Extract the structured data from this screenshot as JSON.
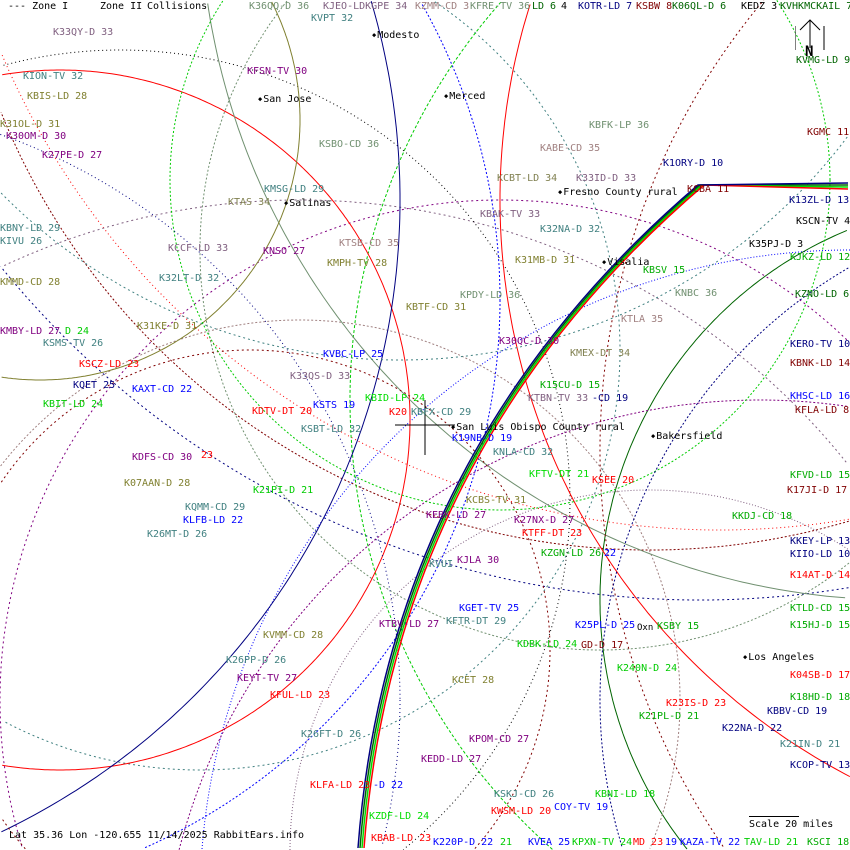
{
  "legend": {
    "zone1": "--- Zone I",
    "zone2": "Zone II",
    "collisions": "Collisions"
  },
  "footer": {
    "status": "Lat 35.36 Lon -120.655 11/14/2025 RabbitEars.info",
    "scale": "Scale 20 miles"
  },
  "compass": {
    "label": "N"
  },
  "cities": [
    "Modesto",
    "San Jose",
    "Merced",
    "Fresno County rural",
    "Salinas",
    "Visalia",
    "San Luis Obispo County rural",
    "Bakersfield",
    "Los Angeles",
    "Oxn"
  ],
  "labels": [
    {
      "text": "K36QQ-D 36",
      "color": "#709070"
    },
    {
      "text": "KJEO-LDKGPE 34",
      "color": "#806080"
    },
    {
      "text": "KZMM-CD 3",
      "color": "#a08080"
    },
    {
      "text": "KFRE-TV 36",
      "color": "#709070"
    },
    {
      "text": "LD 6",
      "color": "#006400"
    },
    {
      "text": "4",
      "color": "#000000"
    },
    {
      "text": "KOTR-LD 7",
      "color": "#000080"
    },
    {
      "text": "KSBW 8",
      "color": "#800000"
    },
    {
      "text": "K06QL-D 6",
      "color": "#006400"
    },
    {
      "text": "KEDZ 3",
      "color": "#000000"
    },
    {
      "text": "KVHKMCKAIL 7",
      "color": "#006400"
    },
    {
      "text": "KVPT 32",
      "color": "#408080"
    },
    {
      "text": "K33QY-D 33",
      "color": "#806080"
    },
    {
      "text": "KION-TV 32",
      "color": "#408080"
    },
    {
      "text": "KFSN-TV 30",
      "color": "#800080"
    },
    {
      "text": "KVMG-LD 9",
      "color": "#006400"
    },
    {
      "text": "KBIS-LD 28",
      "color": "#808030"
    },
    {
      "text": "K31OL-D 31",
      "color": "#808030"
    },
    {
      "text": "K30OM-D 30",
      "color": "#800080"
    },
    {
      "text": "KBFK-LP 36",
      "color": "#709070"
    },
    {
      "text": "KGMC 11",
      "color": "#800000"
    },
    {
      "text": "KSBO-CD 36",
      "color": "#709070"
    },
    {
      "text": "KABE-CD 35",
      "color": "#a08080"
    },
    {
      "text": "K27PE-D 27",
      "color": "#800080"
    },
    {
      "text": "K1ORY-D 10",
      "color": "#000080"
    },
    {
      "text": "KCBT-LD 34",
      "color": "#808050"
    },
    {
      "text": "K33ID-D 33",
      "color": "#806080"
    },
    {
      "text": "KCBA 11",
      "color": "#800000"
    },
    {
      "text": "KMSG-LD 29",
      "color": "#408080"
    },
    {
      "text": "KTAS 34",
      "color": "#808050"
    },
    {
      "text": "K13ZL-D 13",
      "color": "#000080"
    },
    {
      "text": "KBNY-LD 29",
      "color": "#408080"
    },
    {
      "text": "KIVU 26",
      "color": "#408080"
    },
    {
      "text": "KBAK-TV 33",
      "color": "#806080"
    },
    {
      "text": "KSCN-TV 4",
      "color": "#000000"
    },
    {
      "text": "K32NA-D 32",
      "color": "#408080"
    },
    {
      "text": "KCCF-LD 33",
      "color": "#806080"
    },
    {
      "text": "KTSB-CD 35",
      "color": "#a08080"
    },
    {
      "text": "K35PJ-D 3",
      "color": "#000000"
    },
    {
      "text": "KNSO 27",
      "color": "#800080"
    },
    {
      "text": "KJKZ-LD 12",
      "color": "#00aa00"
    },
    {
      "text": "K31MB-D 31",
      "color": "#808030"
    },
    {
      "text": "KMPH-TV 28",
      "color": "#808030"
    },
    {
      "text": "KBSV 15",
      "color": "#00aa00"
    },
    {
      "text": "K32LT-D 32",
      "color": "#408080"
    },
    {
      "text": "KMMD-CD 28",
      "color": "#808030"
    },
    {
      "text": "KPDY-LD 36",
      "color": "#709070"
    },
    {
      "text": "KNBC 36",
      "color": "#709070"
    },
    {
      "text": "KZNO-LD 6",
      "color": "#006400"
    },
    {
      "text": "KBTF-CD 31",
      "color": "#808030"
    },
    {
      "text": "KTLA 35",
      "color": "#a08080"
    },
    {
      "text": "K31KE-D 31",
      "color": "#808030"
    },
    {
      "text": "KMBY-LD 27",
      "color": "#800080"
    },
    {
      "text": "D 24",
      "color": "#00cc00"
    },
    {
      "text": "KSMS-TV 26",
      "color": "#408080"
    },
    {
      "text": "K30QC-D 30",
      "color": "#800080"
    },
    {
      "text": "KERO-TV 10",
      "color": "#000080"
    },
    {
      "text": "KVBC-LP 25",
      "color": "#0000ff"
    },
    {
      "text": "KMEX-DT 34",
      "color": "#808050"
    },
    {
      "text": "KSCZ-LD 23",
      "color": "#ff0000"
    },
    {
      "text": "KBNK-LD 14",
      "color": "#800000"
    },
    {
      "text": "K33QS-D 33",
      "color": "#806080"
    },
    {
      "text": "KQET 25",
      "color": "#000080"
    },
    {
      "text": "KAXT-CD 22",
      "color": "#0000ff"
    },
    {
      "text": "K15CU-D 15",
      "color": "#00aa00"
    },
    {
      "text": "KTBN-TV 33",
      "color": "#806080"
    },
    {
      "text": "-CD 19",
      "color": "#000080"
    },
    {
      "text": "KHSC-LD 16",
      "color": "#0000ff"
    },
    {
      "text": "KSTS 19",
      "color": "#0000ff"
    },
    {
      "text": "KBID-LP 24",
      "color": "#00dd00"
    },
    {
      "text": "KBIT-LD 24",
      "color": "#00cc00"
    },
    {
      "text": "KDTV-DT 20",
      "color": "#ff0000"
    },
    {
      "text": "K20",
      "color": "#ff0000"
    },
    {
      "text": "KBFX-CD 29",
      "color": "#408080"
    },
    {
      "text": "KFLA-LD 8",
      "color": "#800000"
    },
    {
      "text": "KSBT-LD 32",
      "color": "#408080"
    },
    {
      "text": "K19NB-D 19",
      "color": "#0000ff"
    },
    {
      "text": "KNLA-CD 32",
      "color": "#408080"
    },
    {
      "text": "KDFS-CD 30",
      "color": "#800080"
    },
    {
      "text": "23",
      "color": "#ff0000"
    },
    {
      "text": "KFVD-LD 15",
      "color": "#00aa00"
    },
    {
      "text": "KFTV-DT 21",
      "color": "#00dd00"
    },
    {
      "text": "KSEE 20",
      "color": "#ff0000"
    },
    {
      "text": "K07AAN-D 28",
      "color": "#808030"
    },
    {
      "text": "K21PI-D 21",
      "color": "#00cc00"
    },
    {
      "text": "K17JI-D 17",
      "color": "#800000"
    },
    {
      "text": "KCBS-TV 31",
      "color": "#808030"
    },
    {
      "text": "KQMM-CD 29",
      "color": "#408080"
    },
    {
      "text": "KLFB-LD 22",
      "color": "#0000ff"
    },
    {
      "text": "KEBK-LD 27",
      "color": "#800080"
    },
    {
      "text": "K27NX-D 27",
      "color": "#800080"
    },
    {
      "text": "KKDJ-CD 18",
      "color": "#00aa00"
    },
    {
      "text": "KTFF-DT 23",
      "color": "#ff0000"
    },
    {
      "text": "K26MT-D 26",
      "color": "#408080"
    },
    {
      "text": "KKEY-LP 13",
      "color": "#000080"
    },
    {
      "text": "KIIO-LD 10",
      "color": "#000080"
    },
    {
      "text": "KZGN-LD 26",
      "color": "#00aa00"
    },
    {
      "text": "22",
      "color": "#0000ff"
    },
    {
      "text": "KVUI",
      "color": "#408080"
    },
    {
      "text": "KJLA 30",
      "color": "#800080"
    },
    {
      "text": "K14AT-D 14",
      "color": "#ff0000"
    },
    {
      "text": "KGET-TV 25",
      "color": "#0000ff"
    },
    {
      "text": "KTLD-CD 15",
      "color": "#00aa00"
    },
    {
      "text": "KFTR-DT 29",
      "color": "#408080"
    },
    {
      "text": "KTBV-LD 27",
      "color": "#800080"
    },
    {
      "text": "K25PL-D 25",
      "color": "#0000ff"
    },
    {
      "text": "KSBY 15",
      "color": "#00aa00"
    },
    {
      "text": "K15HJ-D 15",
      "color": "#00aa00"
    },
    {
      "text": "KVMM-CD 28",
      "color": "#808030"
    },
    {
      "text": "KDBK-LD 24",
      "color": "#00cc00"
    },
    {
      "text": "GD-D 17",
      "color": "#800000"
    },
    {
      "text": "K26PP-D 26",
      "color": "#408080"
    },
    {
      "text": "K240N-D 24",
      "color": "#00cc00"
    },
    {
      "text": "KEYT-TV 27",
      "color": "#800080"
    },
    {
      "text": "K04SB-D 17",
      "color": "#ff0000"
    },
    {
      "text": "KCET 28",
      "color": "#808030"
    },
    {
      "text": "KFUL-LD 23",
      "color": "#ff0000"
    },
    {
      "text": "K18HD-D 18",
      "color": "#00aa00"
    },
    {
      "text": "K23IS-D 23",
      "color": "#ff0000"
    },
    {
      "text": "KBBV-CD 19",
      "color": "#000080"
    },
    {
      "text": "K21PL-D 21",
      "color": "#00aa00"
    },
    {
      "text": "K22NA-D 22",
      "color": "#000080"
    },
    {
      "text": "K26FT-D 26",
      "color": "#408080"
    },
    {
      "text": "KPOM-CD 27",
      "color": "#800080"
    },
    {
      "text": "K21IN-D 21",
      "color": "#408080"
    },
    {
      "text": "KEDD-LD 27",
      "color": "#800080"
    },
    {
      "text": "KCOP-TV 13",
      "color": "#000080"
    },
    {
      "text": "KLFA-LD 23",
      "color": "#ff0000"
    },
    {
      "text": "-D 22",
      "color": "#0000ff"
    },
    {
      "text": "KSKJ-CD 26",
      "color": "#408080"
    },
    {
      "text": "KBNI-LD 18",
      "color": "#00cc00"
    },
    {
      "text": "KWSM-LD 20",
      "color": "#ff0000"
    },
    {
      "text": "COY-TV 19",
      "color": "#0000ff"
    },
    {
      "text": "KZDF-LD 24",
      "color": "#00dd00"
    },
    {
      "text": "KBAB-LD 23",
      "color": "#ff0000"
    },
    {
      "text": "K220P-D 22",
      "color": "#0000ff"
    },
    {
      "text": "21",
      "color": "#00cc00"
    },
    {
      "text": "KVEA 25",
      "color": "#0000ff"
    },
    {
      "text": "KPXN-TV 24",
      "color": "#00cc00"
    },
    {
      "text": "MD 23",
      "color": "#ff0000"
    },
    {
      "text": "19",
      "color": "#0000ff"
    },
    {
      "text": "KAZA-TV 22",
      "color": "#0000ff"
    },
    {
      "text": "TAV-LD 21",
      "color": "#00cc00"
    },
    {
      "text": "KSCI 18",
      "color": "#00aa00"
    }
  ],
  "line_colors": [
    "#000080",
    "#0000ff",
    "#ff0000",
    "#800000",
    "#00cc00",
    "#006400",
    "#808030",
    "#408080",
    "#800080",
    "#806080",
    "#709070",
    "#000000",
    "#a08080"
  ]
}
